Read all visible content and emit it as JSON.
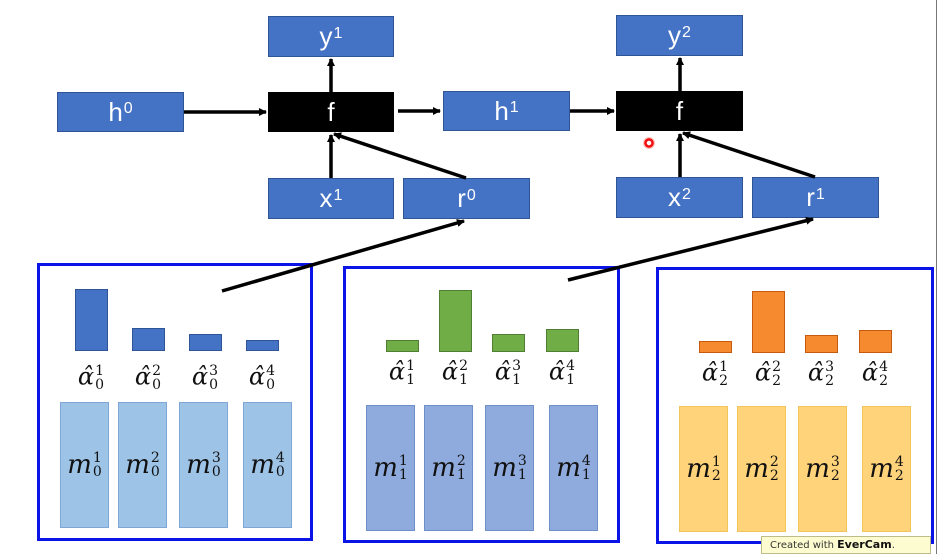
{
  "diagram": {
    "title": "Attention-based recurrent decoder with memory",
    "colors": {
      "node": "#4472c4",
      "function_node": "#000000",
      "panel_border": "#0a14e6",
      "step0_attention": "#4472c4",
      "step1_attention": "#70ad47",
      "step2_attention": "#f58a2f",
      "step0_memory": "#9dc3e6",
      "step1_memory": "#8faadc",
      "step2_memory": "#ffd37a"
    },
    "nodes": {
      "h0": {
        "base": "h",
        "sup": "0"
      },
      "h1": {
        "base": "h",
        "sup": "1"
      },
      "f1": {
        "base": "f"
      },
      "f2": {
        "base": "f"
      },
      "y1": {
        "base": "y",
        "sup": "1"
      },
      "y2": {
        "base": "y",
        "sup": "2"
      },
      "x1": {
        "base": "x",
        "sup": "1"
      },
      "x2": {
        "base": "x",
        "sup": "2"
      },
      "r0": {
        "base": "r",
        "sup": "0"
      },
      "r1": {
        "base": "r",
        "sup": "1"
      }
    },
    "edges": [
      {
        "from": "h0",
        "to": "f1"
      },
      {
        "from": "f1",
        "to": "h1"
      },
      {
        "from": "h1",
        "to": "f2"
      },
      {
        "from": "f1",
        "to": "y1"
      },
      {
        "from": "f2",
        "to": "y2"
      },
      {
        "from": "x1",
        "to": "f1"
      },
      {
        "from": "x2",
        "to": "f2"
      },
      {
        "from": "r0",
        "to": "f1"
      },
      {
        "from": "r1",
        "to": "f2"
      },
      {
        "from": "panel0",
        "to": "r0"
      },
      {
        "from": "panel1",
        "to": "r1"
      }
    ],
    "panels": [
      {
        "step": "0",
        "attention": [
          {
            "label": "α̂",
            "sup": "1",
            "sub": "0",
            "weight": 0.55
          },
          {
            "label": "α̂",
            "sup": "2",
            "sub": "0",
            "weight": 0.2
          },
          {
            "label": "α̂",
            "sup": "3",
            "sub": "0",
            "weight": 0.15
          },
          {
            "label": "α̂",
            "sup": "4",
            "sub": "0",
            "weight": 0.1
          }
        ],
        "memory": [
          {
            "label": "m",
            "sup": "1",
            "sub": "0"
          },
          {
            "label": "m",
            "sup": "2",
            "sub": "0"
          },
          {
            "label": "m",
            "sup": "3",
            "sub": "0"
          },
          {
            "label": "m",
            "sup": "4",
            "sub": "0"
          }
        ]
      },
      {
        "step": "1",
        "attention": [
          {
            "label": "α̂",
            "sup": "1",
            "sub": "1",
            "weight": 0.11
          },
          {
            "label": "α̂",
            "sup": "2",
            "sub": "1",
            "weight": 0.55
          },
          {
            "label": "α̂",
            "sup": "3",
            "sub": "1",
            "weight": 0.16
          },
          {
            "label": "α̂",
            "sup": "4",
            "sub": "1",
            "weight": 0.2
          }
        ],
        "memory": [
          {
            "label": "m",
            "sup": "1",
            "sub": "1"
          },
          {
            "label": "m",
            "sup": "2",
            "sub": "1"
          },
          {
            "label": "m",
            "sup": "3",
            "sub": "1"
          },
          {
            "label": "m",
            "sup": "4",
            "sub": "1"
          }
        ]
      },
      {
        "step": "2",
        "attention": [
          {
            "label": "α̂",
            "sup": "1",
            "sub": "2",
            "weight": 0.11
          },
          {
            "label": "α̂",
            "sup": "2",
            "sub": "2",
            "weight": 0.55
          },
          {
            "label": "α̂",
            "sup": "3",
            "sub": "2",
            "weight": 0.16
          },
          {
            "label": "α̂",
            "sup": "4",
            "sub": "2",
            "weight": 0.2
          }
        ],
        "memory": [
          {
            "label": "m",
            "sup": "1",
            "sub": "2"
          },
          {
            "label": "m",
            "sup": "2",
            "sub": "2"
          },
          {
            "label": "m",
            "sup": "3",
            "sub": "2"
          },
          {
            "label": "m",
            "sup": "4",
            "sub": "2"
          }
        ]
      }
    ]
  },
  "watermark": {
    "prefix": "Created with ",
    "brand": "EverCam",
    "suffix": "."
  }
}
